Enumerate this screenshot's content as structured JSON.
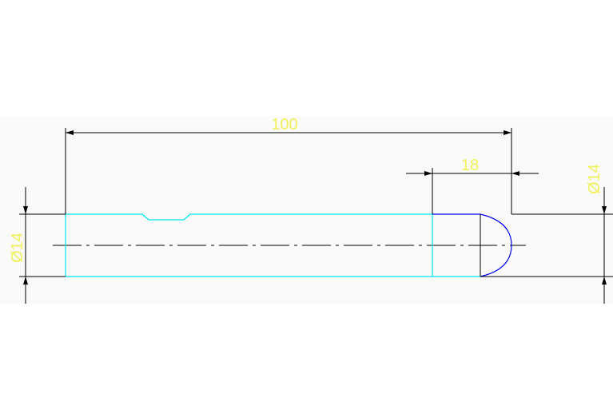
{
  "drawing": {
    "dimensions": {
      "overall_length": "100",
      "dome_length": "18",
      "left_diameter": "Ø14",
      "right_diameter": "Ø14"
    }
  },
  "colors": {
    "paper": "#ffffff",
    "drawing_area": "#fafafa",
    "outline": "#000000",
    "body_outline": "#00e5ee",
    "arc": "#0000ee",
    "dimension_text": "#f0f05a"
  }
}
